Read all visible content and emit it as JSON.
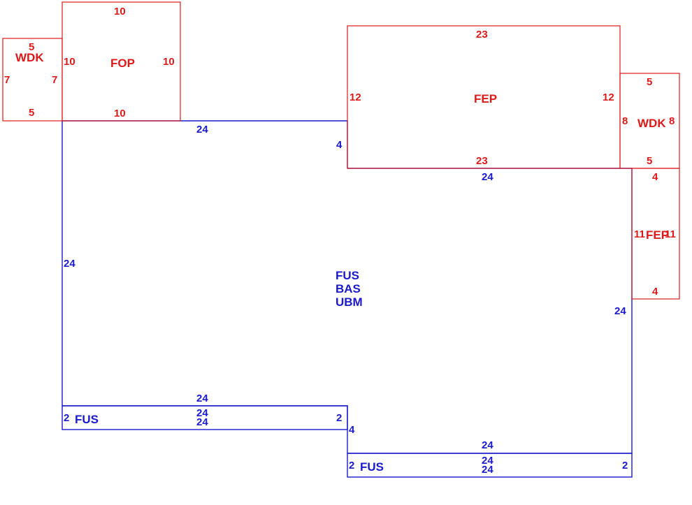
{
  "colors": {
    "main": "#1a1acc",
    "addition": "#dd1a1a",
    "background": "#ffffff"
  },
  "areas": [
    {
      "id": "main-area",
      "color": "main",
      "labels": [
        "FUS",
        "BAS",
        "UBM"
      ],
      "dimensions": [
        "24",
        "4",
        "24",
        "24",
        "24",
        "24"
      ]
    },
    {
      "id": "fus-strip-left",
      "color": "main",
      "labels": [
        "FUS"
      ],
      "dimensions": [
        "24",
        "2",
        "24",
        "2"
      ]
    },
    {
      "id": "fus-strip-right",
      "color": "main",
      "labels": [
        "FUS"
      ],
      "dimensions": [
        "24",
        "2",
        "24",
        "2"
      ]
    },
    {
      "id": "fop",
      "color": "addition",
      "labels": [
        "FOP"
      ],
      "dimensions": [
        "10",
        "10",
        "10",
        "10"
      ]
    },
    {
      "id": "wdk-left",
      "color": "addition",
      "labels": [
        "WDK"
      ],
      "dimensions": [
        "5",
        "7",
        "5",
        "7"
      ]
    },
    {
      "id": "fep-top",
      "color": "addition",
      "labels": [
        "FEP"
      ],
      "dimensions": [
        "23",
        "12",
        "23",
        "12"
      ]
    },
    {
      "id": "wdk-right",
      "color": "addition",
      "labels": [
        "WDK"
      ],
      "dimensions": [
        "5",
        "8",
        "5",
        "8"
      ]
    },
    {
      "id": "fep-side",
      "color": "addition",
      "labels": [
        "FEP"
      ],
      "dimensions": [
        "4",
        "11",
        "4",
        "11"
      ]
    },
    {
      "id": "step-right",
      "color": "main",
      "labels": [],
      "dimensions": [
        "4"
      ]
    }
  ]
}
